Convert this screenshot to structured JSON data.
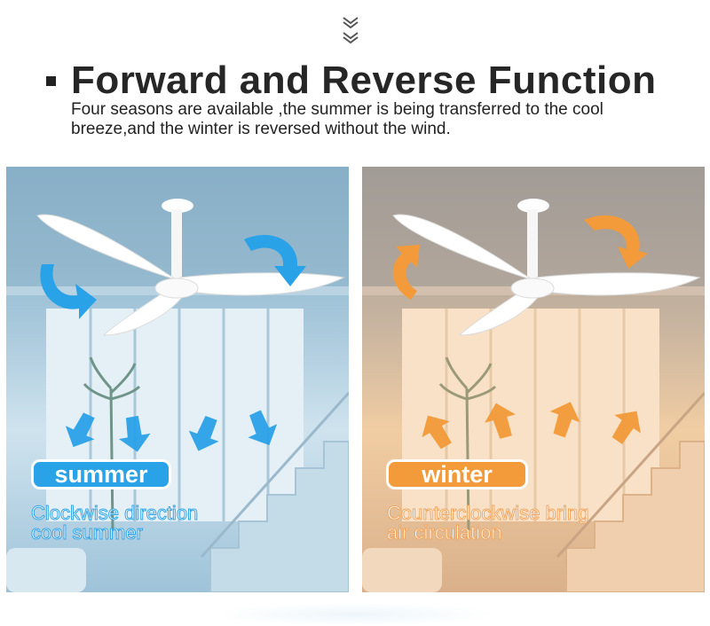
{
  "header": {
    "title": "Forward and Reverse Function",
    "subtitle": "Four seasons are available ,the summer is being transferred to the cool breeze,and the winter is reversed without the wind."
  },
  "panels": {
    "summer": {
      "badge": "summer",
      "caption_line1": "Clockwise direction",
      "caption_line2": "cool summer",
      "accent": "#2aa2e8"
    },
    "winter": {
      "badge": "winter",
      "caption_line1": "Counterclockwise bring",
      "caption_line2": "air circulation",
      "accent": "#f39a3a"
    }
  },
  "icons": [
    "double-chevron-down-icon",
    "square-bullet-icon",
    "rotation-arrow-icon",
    "airflow-arrow-icon",
    "ceiling-fan-icon"
  ]
}
